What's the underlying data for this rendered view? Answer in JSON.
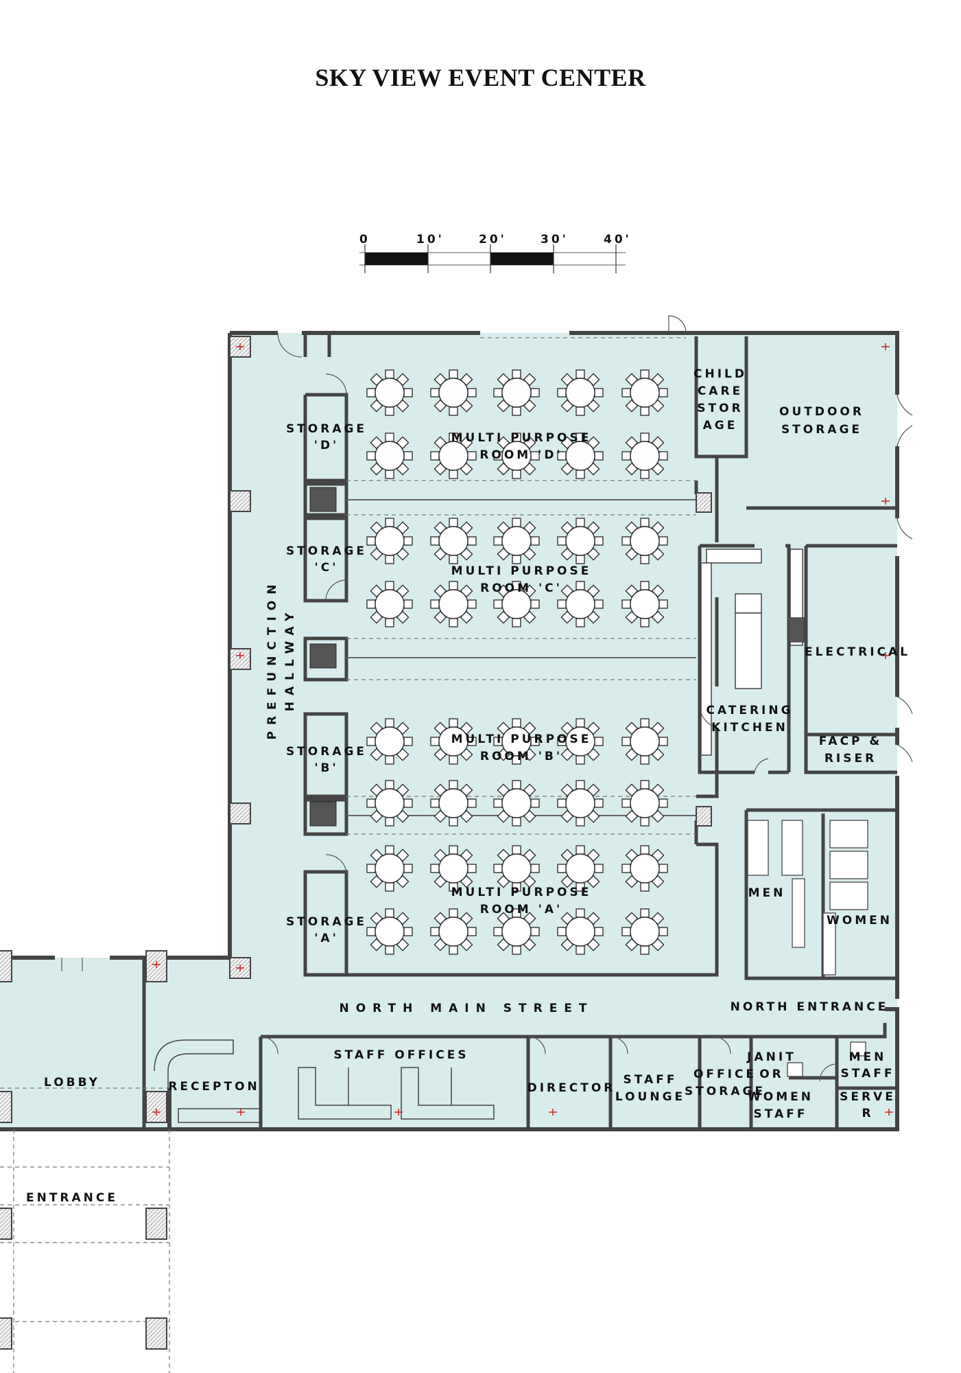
{
  "title": "SKY VIEW EVENT CENTER",
  "scale_bar": {
    "ticks": [
      "0",
      "10'",
      "20'",
      "30'",
      "40'"
    ]
  },
  "colors": {
    "floor": "#d9ecec",
    "wall": "#444444",
    "line": "#666666",
    "marker": "#cc2222"
  },
  "rooms": {
    "child_care_storage": [
      "CHILD",
      "CARE",
      "STOR",
      "AGE"
    ],
    "outdoor_storage": [
      "OUTDOOR",
      "STORAGE"
    ],
    "storage_d": [
      "STORAGE",
      "'D'"
    ],
    "storage_c": [
      "STORAGE",
      "'C'"
    ],
    "storage_b": [
      "STORAGE",
      "'B'"
    ],
    "storage_a": [
      "STORAGE",
      "'A'"
    ],
    "mpr_d": [
      "MULTI PURPOSE",
      "ROOM 'D'"
    ],
    "mpr_c": [
      "MULTI PURPOSE",
      "ROOM 'C'"
    ],
    "mpr_b": [
      "MULTI PURPOSE",
      "ROOM 'B'"
    ],
    "mpr_a": [
      "MULTI PURPOSE",
      "ROOM 'A'"
    ],
    "prefunction": [
      "PREFUNCTION",
      "HALLWAY"
    ],
    "electrical": "ELECTRICAL",
    "catering_kitchen": [
      "CATERING",
      "KITCHEN"
    ],
    "facp_riser": [
      "FACP &",
      "RISER"
    ],
    "men": "MEN",
    "women": "WOMEN",
    "north_main_street": "NORTH MAIN STREET",
    "north_entrance": "NORTH ENTRANCE",
    "lobby": "LOBBY",
    "reception": "RECEPTON",
    "staff_offices": "STAFF OFFICES",
    "director": "DIRECTOR",
    "staff_lounge": [
      "STAFF",
      "LOUNGE"
    ],
    "office_storage": [
      "OFFICE",
      "STORAGE"
    ],
    "janitor": [
      "JANIT",
      "OR"
    ],
    "women_staff": [
      "WOMEN",
      "STAFF"
    ],
    "men_staff": [
      "MEN",
      "STAFF"
    ],
    "server": [
      "SERVE",
      "R"
    ],
    "entrance": "ENTRANCE"
  }
}
